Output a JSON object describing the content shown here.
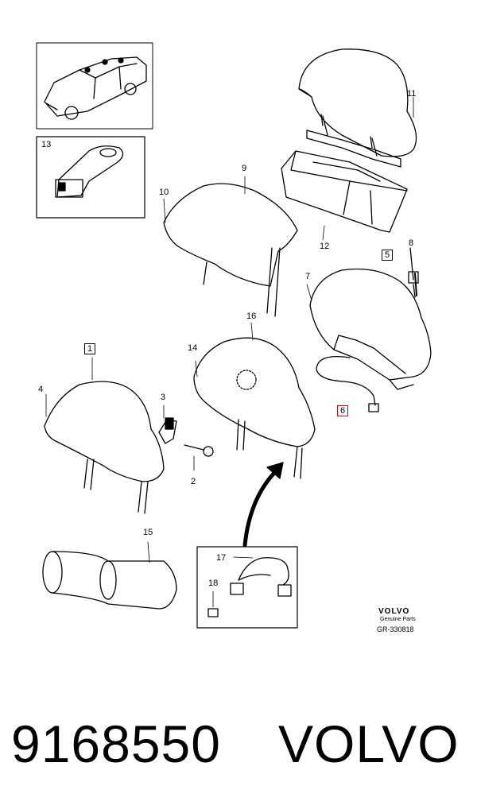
{
  "callouts": {
    "c1": "1",
    "c2": "2",
    "c3": "3",
    "c4": "4",
    "c5": "5",
    "c6": "6",
    "c7": "7",
    "c8": "8",
    "c9": "9",
    "c10": "10",
    "c11": "11",
    "c12": "12",
    "c13": "13",
    "c14": "14",
    "c15": "15",
    "c16": "16",
    "c17": "17",
    "c18": "18"
  },
  "logo": {
    "brand": "VOLVO",
    "genuine": "Genuine Parts",
    "drawing_no": "GR-330818"
  },
  "footer": {
    "part_number": "9168550",
    "brand": "VOLVO"
  },
  "colors": {
    "ink": "#000000",
    "highlight": "#e00000",
    "background": "#ffffff"
  }
}
